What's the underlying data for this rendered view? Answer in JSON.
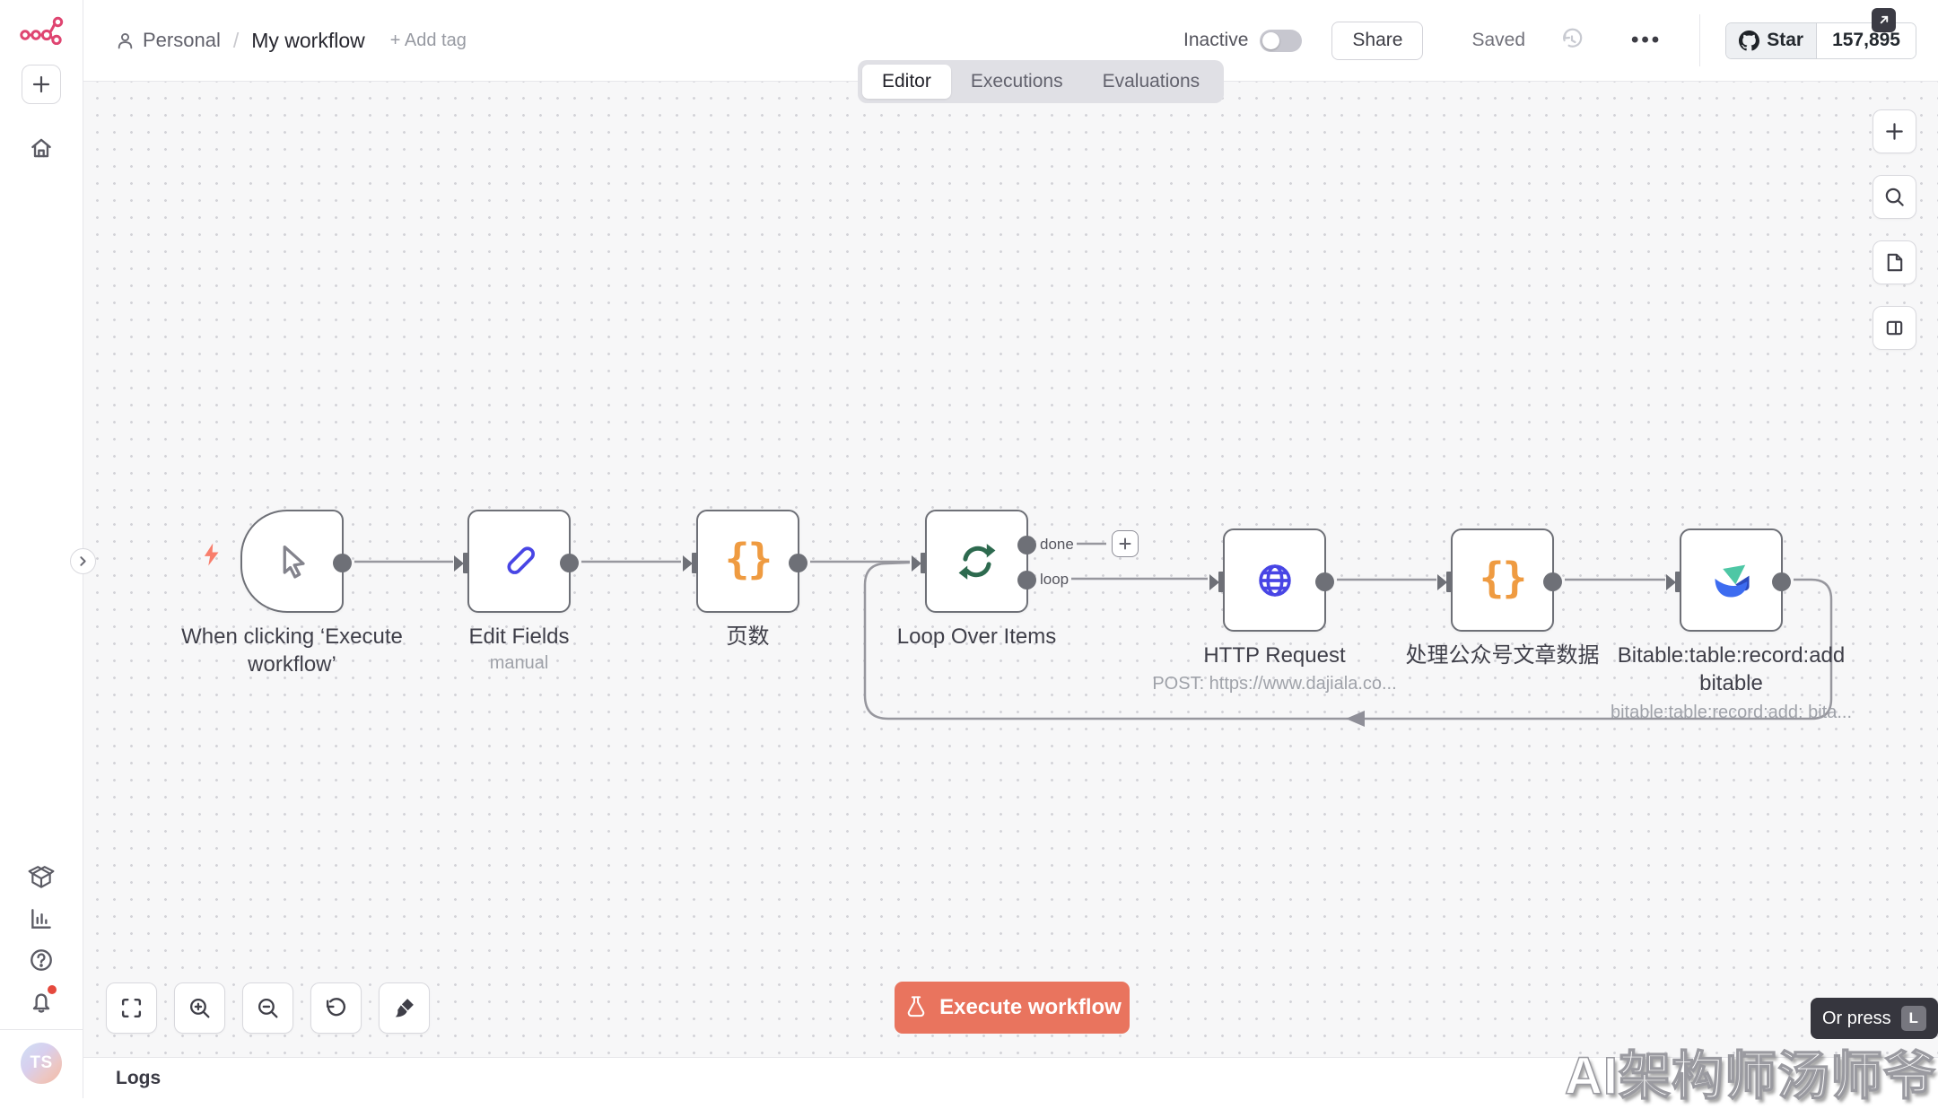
{
  "sidebar": {
    "icons": {
      "logo": "n8n-logo",
      "add_workflow": "plus-icon",
      "overview": "home-icon",
      "templates": "package-icon",
      "insights": "bar-chart-icon",
      "help": "help-icon",
      "notifications": "bell-icon"
    },
    "avatar_initials": "TS"
  },
  "header": {
    "breadcrumb": {
      "owner_icon": "user-icon",
      "project": "Personal",
      "separator": "/",
      "workflow_name": "My workflow",
      "add_tag_label": "+ Add tag"
    },
    "status_label": "Inactive",
    "share_label": "Share",
    "saved_label": "Saved",
    "history_icon": "history-icon",
    "more_icon": "ellipsis-icon",
    "github": {
      "star_label": "Star",
      "star_count": "157,895"
    }
  },
  "tabs": {
    "items": [
      {
        "label": "Editor",
        "active": true
      },
      {
        "label": "Executions",
        "active": false
      },
      {
        "label": "Evaluations",
        "active": false
      }
    ]
  },
  "canvas": {
    "nodes": [
      {
        "id": "manual-trigger",
        "label": "When clicking ‘Execute workflow’",
        "subtitle": "",
        "icon": "cursor-icon",
        "type": "trigger"
      },
      {
        "id": "edit-fields",
        "label": "Edit Fields",
        "subtitle": "manual",
        "icon": "pencil-icon"
      },
      {
        "id": "page-count",
        "label": "页数",
        "subtitle": "",
        "icon": "braces-icon"
      },
      {
        "id": "loop-over-items",
        "label": "Loop Over Items",
        "subtitle": "",
        "icon": "loop-icon",
        "outputs": [
          "done",
          "loop"
        ]
      },
      {
        "id": "http-request",
        "label": "HTTP Request",
        "subtitle": "POST: https://www.dajiala.co...",
        "icon": "globe-icon"
      },
      {
        "id": "process-articles",
        "label": "处理公众号文章数据",
        "subtitle": "",
        "icon": "braces-icon"
      },
      {
        "id": "bitable-add-record",
        "label": "Bitable:table:record:add bitable",
        "subtitle": "bitable:table:record:add: bita...",
        "icon": "bitable-icon"
      }
    ],
    "connection_labels": {
      "done": "done",
      "loop": "loop"
    },
    "braces_glyph": "{}",
    "execute_button": {
      "label": "Execute workflow",
      "icon": "flask-icon"
    },
    "shortcut_tooltip": {
      "text": "Or press",
      "key": "L"
    },
    "watermark": "AI架构师汤师爷",
    "controls_left": [
      "fit-view-icon",
      "zoom-in-icon",
      "zoom-out-icon",
      "undo-icon",
      "tidy-up-icon"
    ],
    "controls_right": [
      "plus-icon",
      "search-icon",
      "sticky-note-icon",
      "panel-icon"
    ]
  },
  "logs": {
    "title": "Logs",
    "popout_icon": "external-link-icon"
  },
  "colors": {
    "accent": "#e9745e",
    "brand": "#df4571",
    "node_border": "#6e7077",
    "braces_orange": "#ef9b41",
    "loop_green": "#2d6a4f",
    "node_blue": "#4845e5",
    "wire_gray": "#97979e"
  }
}
